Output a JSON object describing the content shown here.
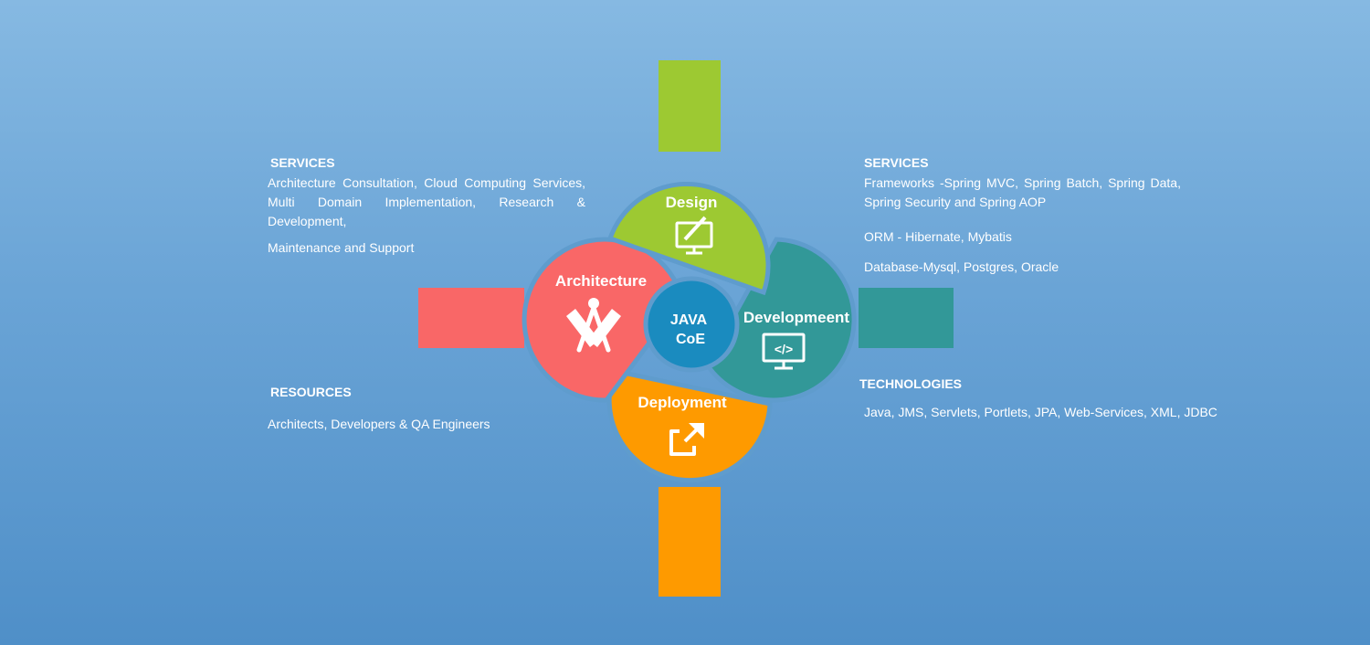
{
  "center": {
    "line1": "JAVA",
    "line2": "CoE"
  },
  "segments": {
    "design": {
      "label": "Design",
      "icon": "design-monitor-pen-icon",
      "color": "#9dc932"
    },
    "architecture": {
      "label": "Architecture",
      "icon": "compass-ruler-icon",
      "color": "#f96767"
    },
    "development": {
      "label": "Developmeent",
      "icon": "code-monitor-icon",
      "color": "#329898"
    },
    "deployment": {
      "label": "Deployment",
      "icon": "external-link-icon",
      "color": "#fe9a00"
    }
  },
  "center_color": "#1a8bbf",
  "left": {
    "services": {
      "heading": "SERVICES",
      "text1": "Architecture Consultation, Cloud Computing Services, Multi Domain Implementation, Research & Development,",
      "text2": "Maintenance and Support"
    },
    "resources": {
      "heading": "RESOURCES",
      "text": "Architects, Developers & QA Engineers"
    }
  },
  "right": {
    "services": {
      "heading": "SERVICES",
      "text1": "Frameworks -Spring MVC, Spring Batch, Spring Data, Spring Security and Spring AOP",
      "text2": "ORM - Hibernate, Mybatis",
      "text3": "Database-Mysql, Postgres, Oracle"
    },
    "technologies": {
      "heading": "TECHNOLOGIES",
      "text": "Java, JMS, Servlets, Portlets, JPA, Web-Services, XML, JDBC"
    }
  }
}
